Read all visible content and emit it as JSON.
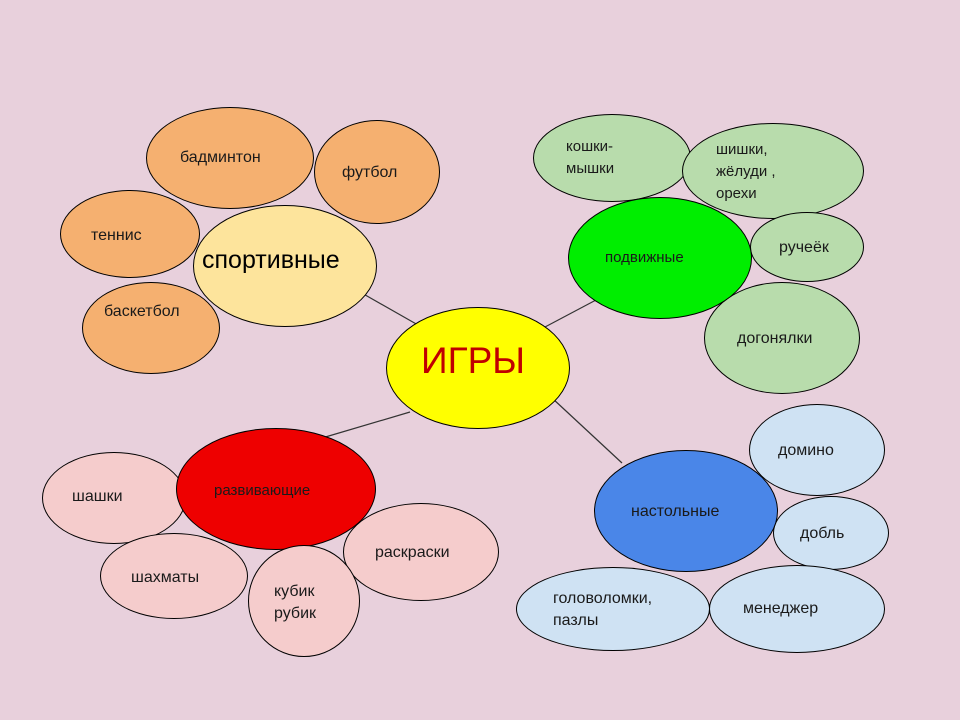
{
  "diagram": {
    "center": {
      "label": "ИГРЫ",
      "color": "#ffff00"
    },
    "categories": {
      "sport": {
        "label": "спортивные",
        "color": "#fde49c",
        "leaf_color": "#f5b070"
      },
      "mobile": {
        "label": "подвижные",
        "color": "#00ee00",
        "leaf_color": "#b8dcac"
      },
      "developing": {
        "label": "развивающие",
        "color": "#ee0000",
        "leaf_color": "#f5cccc"
      },
      "board": {
        "label": "настольные",
        "color": "#4a86e8",
        "leaf_color": "#cfe2f3"
      }
    },
    "leaves": {
      "badminton": "бадминтон",
      "football": "футбол",
      "tennis": "теннис",
      "basketball": "баскетбол",
      "cats_mice": "кошки-\nмышки",
      "cones": "шишки,\nжёлуди ,\nорехи",
      "stream": "ручеёк",
      "tag": "догонялки",
      "checkers": "шашки",
      "chess": "шахматы",
      "rubik": "кубик\nрубик",
      "coloring": "раскраски",
      "domino": "домино",
      "dobble": "добль",
      "puzzles": "головоломки,\nпазлы",
      "manager": "менеджер"
    }
  }
}
